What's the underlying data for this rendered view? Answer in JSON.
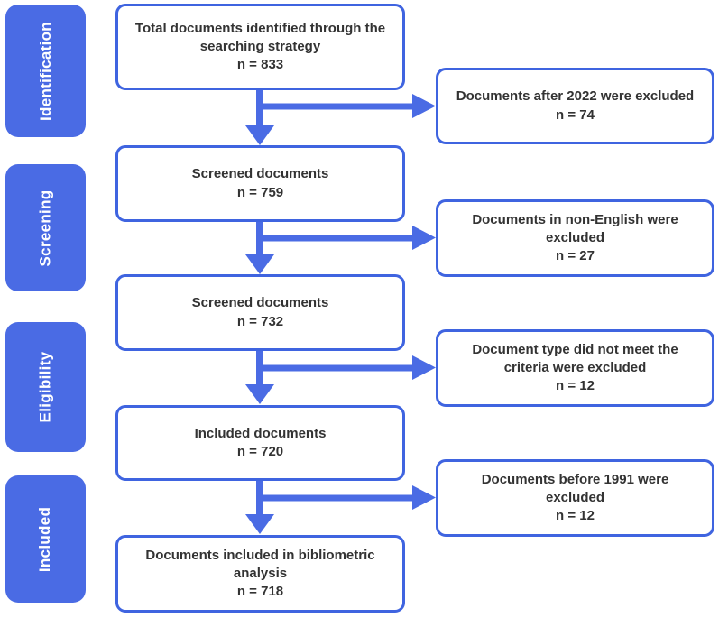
{
  "figure": {
    "type": "prisma-flow-diagram",
    "background": "#ffffff",
    "accent_blue": "#4a6be4",
    "border_blue": "#3f64e0",
    "text_color": "#333333"
  },
  "stages": [
    {
      "label": "Identification"
    },
    {
      "label": "Screening"
    },
    {
      "label": "Eligibility"
    },
    {
      "label": "Included"
    }
  ],
  "main_boxes": [
    {
      "text": "Total documents identified through the searching strategy",
      "n": "n = 833"
    },
    {
      "text": "Screened documents",
      "n": "n = 759"
    },
    {
      "text": "Screened documents",
      "n": "n = 732"
    },
    {
      "text": "Included documents",
      "n": "n = 720"
    },
    {
      "text": "Documents included in bibliometric analysis",
      "n": "n = 718"
    }
  ],
  "exclusion_boxes": [
    {
      "text": "Documents after 2022 were excluded",
      "n": "n = 74"
    },
    {
      "text": "Documents in non-English were excluded",
      "n": "n = 27"
    },
    {
      "text": "Document type did not meet the criteria were excluded",
      "n": "n = 12"
    },
    {
      "text": "Documents before 1991 were excluded",
      "n": "n = 12"
    }
  ]
}
